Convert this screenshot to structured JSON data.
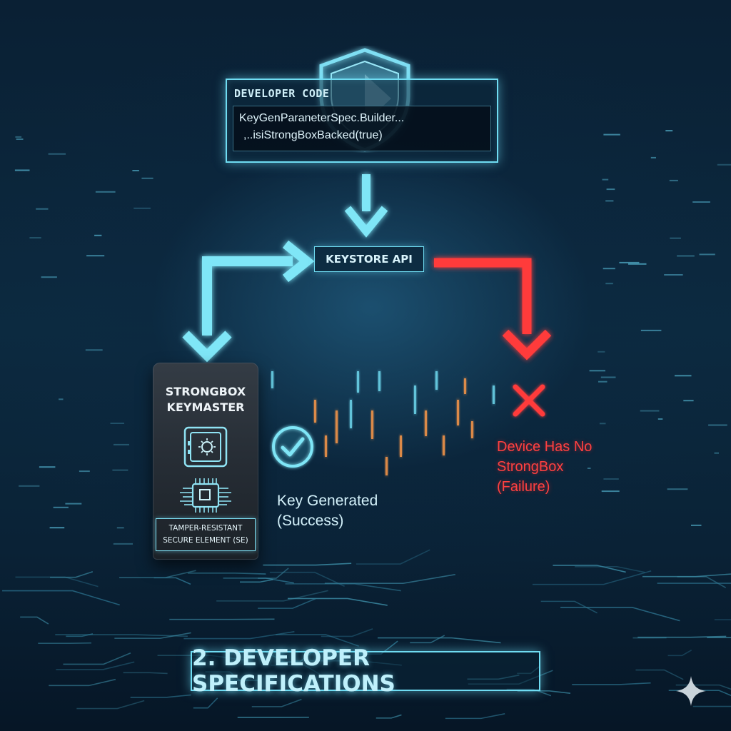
{
  "colors": {
    "accent_cyan": "#6fdcf2",
    "failure_red": "#ff3b3b",
    "background": "#0a2236"
  },
  "developer_code": {
    "title": "DEVELOPER CODE",
    "line1": "KeyGenParaneterSpec.Builder...",
    "line2": ",..isiStrongBoxBacked(true)"
  },
  "keystore": {
    "label": "KEYSTORE API"
  },
  "strongbox": {
    "title_line1": "STRONGBOX",
    "title_line2": "KEYMASTER",
    "se_line1": "TAMPER-RESISTANT",
    "se_line2": "SECURE ELEMENT (SE)",
    "icons": [
      "safe-icon",
      "chip-icon"
    ]
  },
  "success": {
    "line1": "Key Generated",
    "line2": "(Success)",
    "icon": "checkmark-circle-icon"
  },
  "failure": {
    "line1": "Device Has No",
    "line2": "StrongBox",
    "line3": "(Failure)",
    "icon": "x-mark-icon"
  },
  "footer": {
    "title": "2. DEVELOPER SPECIFICATIONS"
  },
  "decor_icons": [
    "shield-icon",
    "sparkle-icon"
  ]
}
